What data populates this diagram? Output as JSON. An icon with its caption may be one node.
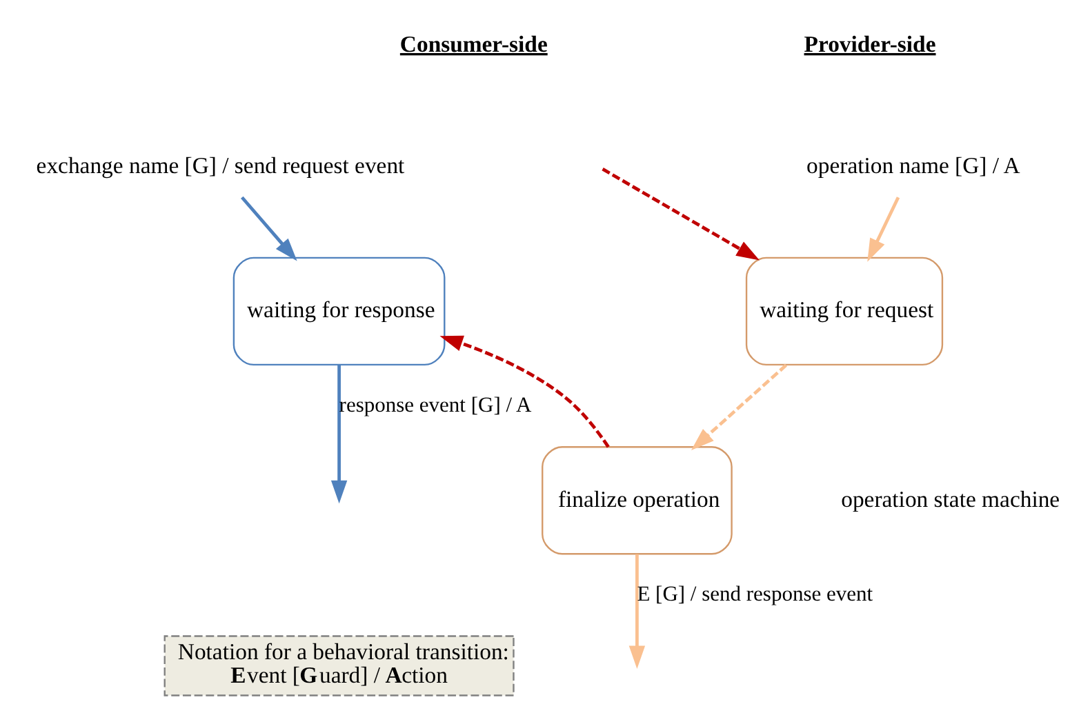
{
  "diagram": {
    "nodes": [
      {
        "text": [
          "waiting for response"
        ]
      },
      {
        "text": [
          "waiting for request"
        ]
      },
      {
        "text": [
          "finalize operation"
        ]
      },
      {
        "text": [
          "Notation for a behavioral transition:",
          "**E**vent [**G**uard] / **A**ction"
        ]
      },
      {
        "text": [
          "exchange name [G] / send request event"
        ]
      },
      {
        "text": [
          "operation name [G] / A"
        ]
      }
    ],
    "edges": [
      {
        "from": 4,
        "to": 0,
        "arrow": "to",
        "color": "#4f81bd"
      },
      {
        "from": 0,
        "to": null,
        "arrow": "to",
        "label": "response event [G] / A",
        "color": "#4f81bd"
      },
      {
        "from": 5,
        "to": 1,
        "arrow": "to",
        "color": "#fac090"
      },
      {
        "from": 1,
        "to": 2,
        "arrow": "to",
        "style": "dashed",
        "color": "#fac090"
      },
      {
        "from": 2,
        "to": null,
        "arrow": "to",
        "label": "E [G] / send response event",
        "color": "#fac090"
      },
      {
        "from": null,
        "to": 1,
        "arrow": "to",
        "style": "dashed",
        "color": "#c00000"
      },
      {
        "from": 2,
        "to": 0,
        "arrow": "to",
        "style": "dashed",
        "color": "#c00000"
      }
    ],
    "labels": [
      "Consumer-side",
      "Provider-side",
      "operation state machine"
    ]
  }
}
